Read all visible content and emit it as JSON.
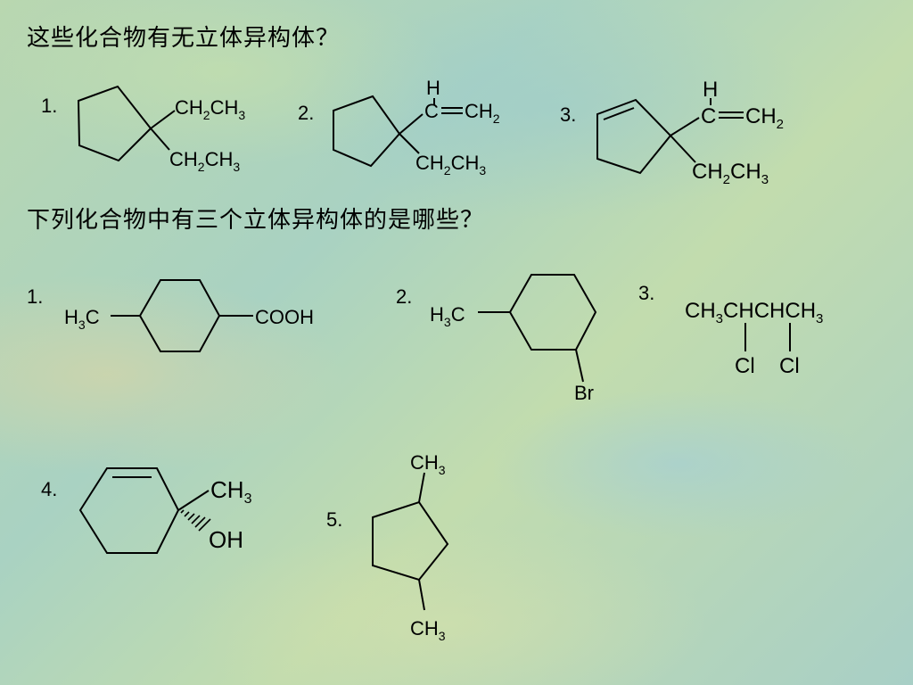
{
  "questions": {
    "q1": "这些化合物有无立体异构体？",
    "q2": "下列化合物中有三个立体异构体的是哪些？"
  },
  "numbers": {
    "a1": "1.",
    "a2": "2.",
    "a3": "3.",
    "b1": "1.",
    "b2": "2.",
    "b3": "3.",
    "b4": "4.",
    "b5": "5."
  },
  "labels": {
    "ch2": "CH",
    "ch3": "CH",
    "h": "H",
    "c": "C",
    "h3c": "H",
    "cooh": "COOH",
    "br": "Br",
    "cl": "Cl",
    "oh": "OH",
    "chain": "CH3CHCHCH3",
    "sub2": "2",
    "sub3": "3"
  }
}
